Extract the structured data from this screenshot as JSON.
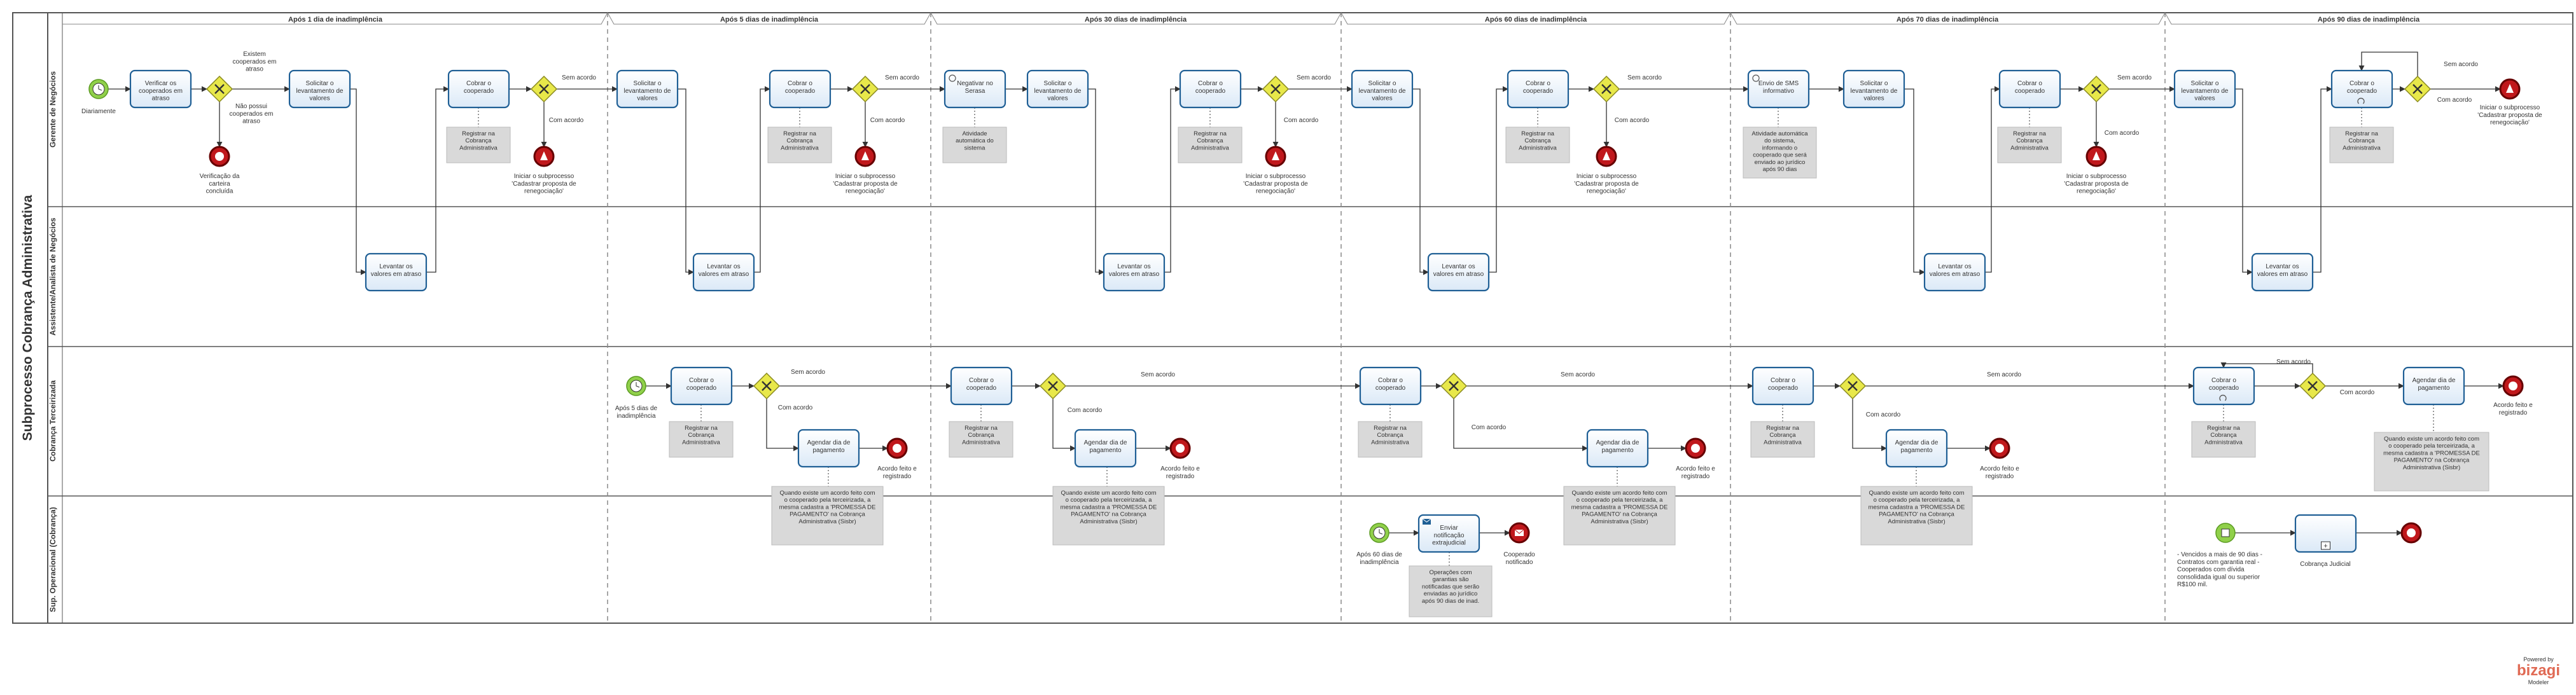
{
  "pool": {
    "title": "Subprocesso Cobrança Administrativa"
  },
  "lanes": [
    "Gerente de Negócios",
    "Assistente/Analista de Negócios",
    "Cobrança Terceirizada",
    "Sup. Operacional (Cobrança)"
  ],
  "phases": [
    "Após 1 dia de inadimplência",
    "Após 5 dias de inadimplência",
    "Após 30 dias de inadimplência",
    "Após 60 dias de inadimplência",
    "Após 70 dias de inadimplência",
    "Após 90 dias de inadimplência"
  ],
  "tasks": {
    "verificar": "Verificar os cooperados em atraso",
    "solicitar": "Solicitar o levantamento de valores",
    "cobrar": "Cobrar o cooperado",
    "levantar": "Levantar os valores em atraso",
    "serasa": "Negativar no Serasa",
    "sms": "Envio de SMS informativo",
    "agendar": "Agendar dia de pagamento",
    "notificacao": "Enviar notificação extrajudicial",
    "judicial": "Cobrança Judicial"
  },
  "annotations": {
    "registrar": "Registrar na Cobrança Administrativa",
    "serasa_auto": "Atividade automática do sistema",
    "sms_auto": "Atividade automática do sistema, informando o cooperado que será enviado ao jurídico após 90 dias",
    "acordo": "Quando existe um acordo feito com o cooperado pela terceirizada, a mesma cadastra a 'PROMESSA DE PAGAMENTO' na Cobrança Administrativa (Sisbr)",
    "operacoes": "Operações com garantias são notificadas que serão enviadas ao jurídico após 90 dias de inad.",
    "judicial_criteria": "- Vencidos a mais de 90 dias - Contratos com garantia real - Cooperados com dívida consolidada igual ou superior R$100 mil."
  },
  "labels": {
    "diariamente": "Diariamente",
    "existem": "Existem cooperados em atraso",
    "nao_possui": "Não possui cooperados em atraso",
    "verificacao": "Verificação da carteira concluída",
    "sem_acordo": "Sem acordo",
    "com_acordo": "Com acordo",
    "iniciar": "Iniciar o subprocesso 'Cadastrar proposta de renegociação'",
    "apos5": "Após 5 dias de inadimplência",
    "apos60": "Após 60 dias de inadimplência",
    "acordo_feito": "Acordo feito e registrado",
    "cooperado_notificado": "Cooperado notificado"
  },
  "branding": {
    "powered": "Powered by",
    "name": "bizagi",
    "sub": "Modeler"
  },
  "colors": {
    "task_stroke": "#1f5f95",
    "task_fill": "#eef5fc",
    "gateway": "#e8e84a",
    "end": "#c0181c",
    "start": "#90d04a",
    "annotation": "#d9d9d9",
    "brand": "#e06a54"
  }
}
